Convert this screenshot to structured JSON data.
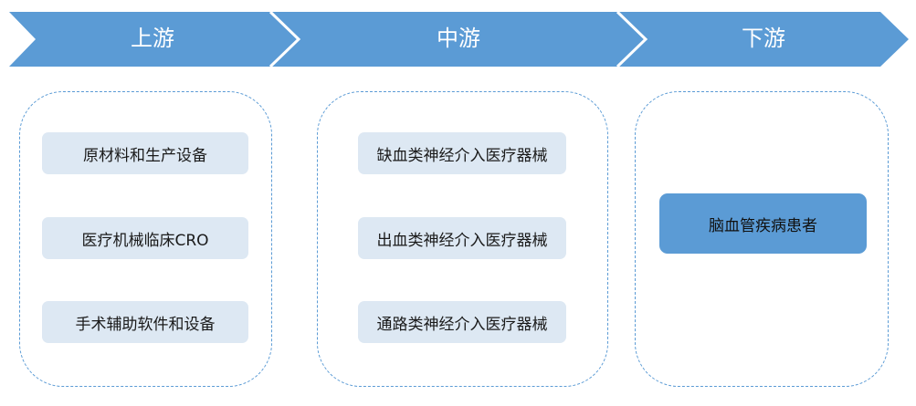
{
  "stages": [
    {
      "title": "上游",
      "items": [
        "原材料和生产设备",
        "医疗机械临床CRO",
        "手术辅助软件和设备"
      ]
    },
    {
      "title": "中游",
      "items": [
        "缺血类神经介入医疗器械",
        "出血类神经介入医疗器械",
        "通路类神经介入医疗器械"
      ]
    },
    {
      "title": "下游",
      "items": [
        "脑血管疾病患者"
      ]
    }
  ],
  "colors": {
    "chevron": "#5b9bd5",
    "item_background": "#dde8f3",
    "highlight": "#5b9bd5",
    "panel_border": "#5b9bd5"
  }
}
